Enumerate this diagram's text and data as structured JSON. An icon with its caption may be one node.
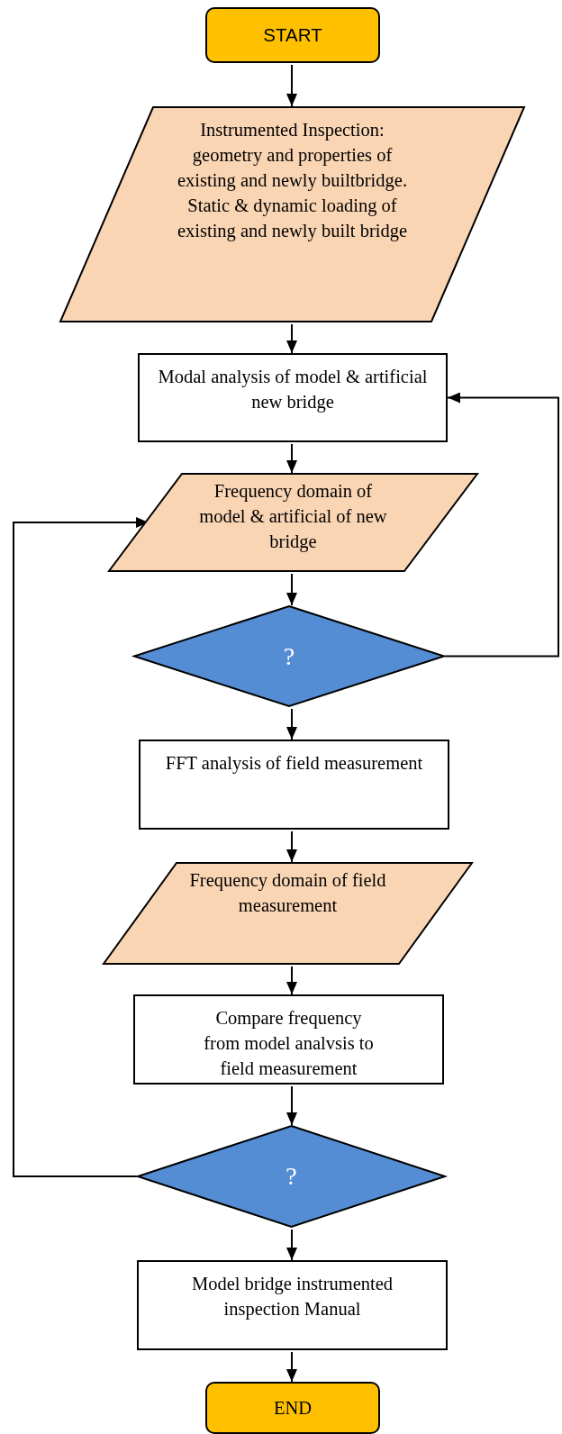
{
  "diagram": {
    "nodes": [
      {
        "text": [
          "START"
        ]
      },
      {
        "text": [
          "Instrumented Inspection: geometry and properties of existing and newly builtbridge.",
          "Static & dynamic loading of existing and newly built bridge"
        ]
      },
      {
        "text": [
          "Modal analysis of model & artificial new bridge"
        ]
      },
      {
        "text": [
          "Frequency domain of model & artificial of new bridge"
        ]
      },
      {
        "text": [
          "?"
        ]
      },
      {
        "text": [
          "FFT analysis of field measurement"
        ]
      },
      {
        "text": [
          "Frequency domain of field measurement"
        ]
      },
      {
        "text": [
          "Compare frequency from model analvsis to field measurement"
        ]
      },
      {
        "text": [
          "?"
        ]
      },
      {
        "text": [
          "Model bridge instrumented inspection Manual"
        ]
      },
      {
        "text": [
          "END"
        ]
      }
    ],
    "edges": [
      {
        "from": 0,
        "to": 1,
        "arrow": "to"
      },
      {
        "from": 1,
        "to": 2,
        "arrow": "to"
      },
      {
        "from": 2,
        "to": 3,
        "arrow": "to"
      },
      {
        "from": 3,
        "to": 4,
        "arrow": "to"
      },
      {
        "from": 4,
        "to": 5,
        "arrow": "to"
      },
      {
        "from": 5,
        "to": 6,
        "arrow": "to"
      },
      {
        "from": 6,
        "to": 7,
        "arrow": "to"
      },
      {
        "from": 7,
        "to": 8,
        "arrow": "to"
      },
      {
        "from": 8,
        "to": 9,
        "arrow": "to"
      },
      {
        "from": 9,
        "to": 10,
        "arrow": "to"
      },
      {
        "from": 4,
        "to": 2,
        "arrow": "to"
      },
      {
        "from": 8,
        "to": 3,
        "arrow": "to"
      }
    ]
  }
}
